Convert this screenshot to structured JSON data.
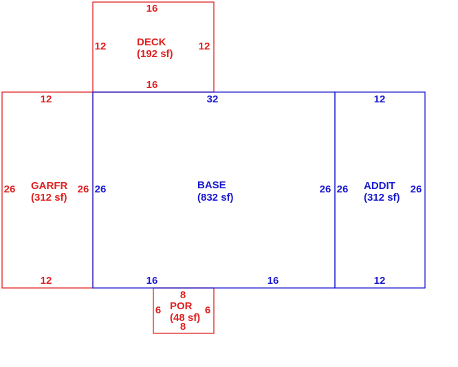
{
  "colors": {
    "red": "#e02020",
    "blue": "#1a1ad0"
  },
  "areas": {
    "deck": {
      "name": "DECK",
      "area": "(192 sf)",
      "top": "16",
      "bottom": "16",
      "left": "12",
      "right": "12",
      "color": "red"
    },
    "garfr": {
      "name": "GARFR",
      "area": "(312 sf)",
      "top": "12",
      "bottom": "12",
      "left": "26",
      "right": "26",
      "color": "red"
    },
    "base": {
      "name": "BASE",
      "area": "(832 sf)",
      "top": "32",
      "bottom_left": "16",
      "bottom_right": "16",
      "left": "26",
      "right": "26",
      "color": "blue"
    },
    "addit": {
      "name": "ADDIT",
      "area": "(312 sf)",
      "top": "12",
      "bottom": "12",
      "left": "26",
      "right": "26",
      "color": "blue"
    },
    "por": {
      "name": "POR",
      "area": "(48 sf)",
      "top": "8",
      "bottom": "8",
      "left": "6",
      "right": "6",
      "color": "red"
    }
  }
}
